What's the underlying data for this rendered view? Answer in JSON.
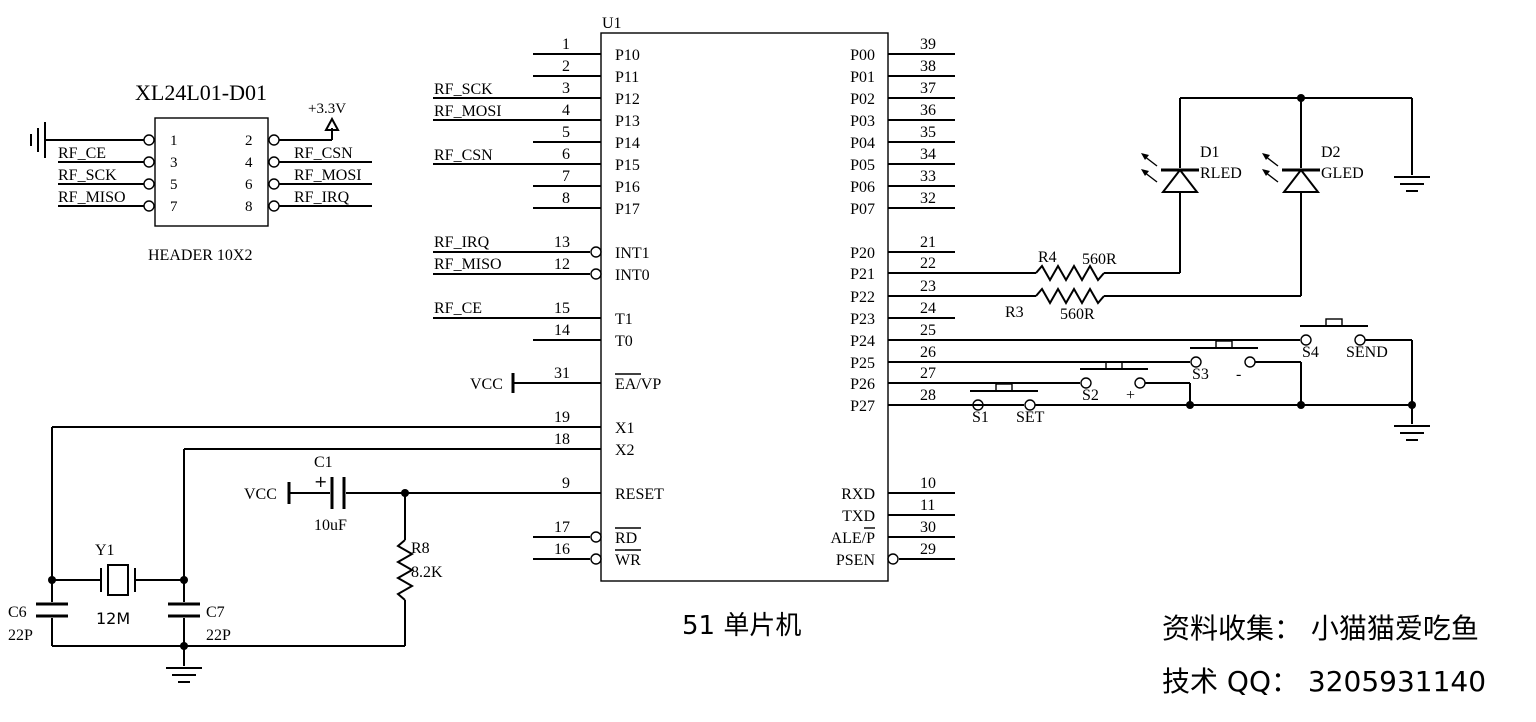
{
  "mcu": {
    "ref": "U1",
    "caption": "51 单片机",
    "left_pins": [
      {
        "num": "1",
        "name": "P10",
        "net": ""
      },
      {
        "num": "2",
        "name": "P11",
        "net": ""
      },
      {
        "num": "3",
        "name": "P12",
        "net": "RF_SCK"
      },
      {
        "num": "4",
        "name": "P13",
        "net": "RF_MOSI"
      },
      {
        "num": "5",
        "name": "P14",
        "net": ""
      },
      {
        "num": "6",
        "name": "P15",
        "net": "RF_CSN"
      },
      {
        "num": "7",
        "name": "P16",
        "net": ""
      },
      {
        "num": "8",
        "name": "P17",
        "net": ""
      },
      {
        "num": "13",
        "name": "INT1",
        "net": "RF_IRQ"
      },
      {
        "num": "12",
        "name": "INT0",
        "net": "RF_MISO"
      },
      {
        "num": "15",
        "name": "T1",
        "net": "RF_CE"
      },
      {
        "num": "14",
        "name": "T0",
        "net": ""
      },
      {
        "num": "31",
        "name": "EA/VP",
        "net": "VCC"
      },
      {
        "num": "19",
        "name": "X1",
        "net": ""
      },
      {
        "num": "18",
        "name": "X2",
        "net": ""
      },
      {
        "num": "9",
        "name": "RESET",
        "net": ""
      },
      {
        "num": "17",
        "name": "RD",
        "net": ""
      },
      {
        "num": "16",
        "name": "WR",
        "net": ""
      }
    ],
    "right_pins": [
      {
        "num": "39",
        "name": "P00"
      },
      {
        "num": "38",
        "name": "P01"
      },
      {
        "num": "37",
        "name": "P02"
      },
      {
        "num": "36",
        "name": "P03"
      },
      {
        "num": "35",
        "name": "P04"
      },
      {
        "num": "34",
        "name": "P05"
      },
      {
        "num": "33",
        "name": "P06"
      },
      {
        "num": "32",
        "name": "P07"
      },
      {
        "num": "21",
        "name": "P20"
      },
      {
        "num": "22",
        "name": "P21"
      },
      {
        "num": "23",
        "name": "P22"
      },
      {
        "num": "24",
        "name": "P23"
      },
      {
        "num": "25",
        "name": "P24"
      },
      {
        "num": "26",
        "name": "P25"
      },
      {
        "num": "27",
        "name": "P26"
      },
      {
        "num": "28",
        "name": "P27"
      },
      {
        "num": "10",
        "name": "RXD"
      },
      {
        "num": "11",
        "name": "TXD"
      },
      {
        "num": "30",
        "name": "ALE/P"
      },
      {
        "num": "29",
        "name": "PSEN"
      }
    ]
  },
  "rf_module": {
    "title": "XL24L01-D01",
    "footprint": "HEADER 10X2",
    "supply": "+3.3V",
    "pins_left": [
      "1",
      "3",
      "5",
      "7"
    ],
    "pins_right": [
      "2",
      "4",
      "6",
      "8"
    ],
    "nets_left": [
      "RF_CE",
      "RF_SCK",
      "RF_MISO"
    ],
    "nets_right": [
      "RF_CSN",
      "RF_MOSI",
      "RF_IRQ"
    ]
  },
  "leds": {
    "d1": {
      "ref": "D1",
      "name": "RLED"
    },
    "d2": {
      "ref": "D2",
      "name": "GLED"
    },
    "r4": {
      "ref": "R4",
      "value": "560R"
    },
    "r3": {
      "ref": "R3",
      "value": "560R"
    }
  },
  "switches": [
    {
      "ref": "S1",
      "label": "SET"
    },
    {
      "ref": "S2",
      "label": "+"
    },
    {
      "ref": "S3",
      "label": "-"
    },
    {
      "ref": "S4",
      "label": "SEND"
    }
  ],
  "clock_reset": {
    "vcc1": "VCC",
    "vcc2": "VCC",
    "c1_ref": "C1",
    "c1_value": "10uF",
    "r8_ref": "R8",
    "r8_value": "8.2K",
    "y1_ref": "Y1",
    "y1_value": "12M",
    "c6_ref": "C6",
    "c6_value": "22P",
    "c7_ref": "C7",
    "c7_value": "22P"
  },
  "credits": {
    "line1": "资料收集：  小猫猫爱吃鱼",
    "line2": "技术 QQ：  3205931140"
  },
  "colors": {
    "background": "#ffffff",
    "ink": "#000000"
  }
}
